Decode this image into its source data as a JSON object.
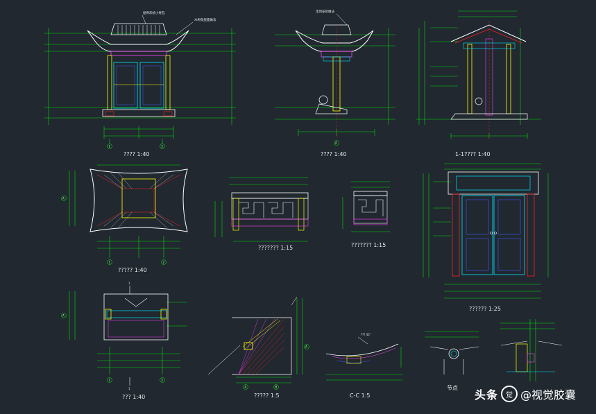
{
  "colors": {
    "background": "#212830",
    "green": "#00e000",
    "yellow": "#ffff00",
    "red": "#ff2020",
    "magenta": "#ff40ff",
    "cyan": "#00e5ff",
    "white": "#f0f0f0",
    "blue": "#3a5cff"
  },
  "captions": {
    "front_elevation": "???? 1:40",
    "side_elevation": "???? 1:40",
    "section_1_1": "1-1???? 1:40",
    "roof_plan": "????? 1:40",
    "railing_detail_a": "??????? 1:15",
    "railing_detail_b": "??????? 1:15",
    "door_detail": "?????? 1:25",
    "floor_plan": "??? 1:40",
    "eave_detail": "????? 1:5",
    "section_c": "C-C 1:5",
    "node_detail": "节点"
  },
  "labels": {
    "front_ridge_note": "屋脊彩绘小青瓦",
    "front_roof_note": "木构架屋面做法",
    "side_top_note": "宝顶安装做法",
    "plan_section_marker": "1",
    "eave_angle": "??? 45°",
    "axis_a": "A",
    "axis_b": "B",
    "axis_1": "1",
    "axis_2": "2"
  },
  "watermark": {
    "left": "头条",
    "icon": "觉",
    "right": "@视觉胶囊"
  }
}
